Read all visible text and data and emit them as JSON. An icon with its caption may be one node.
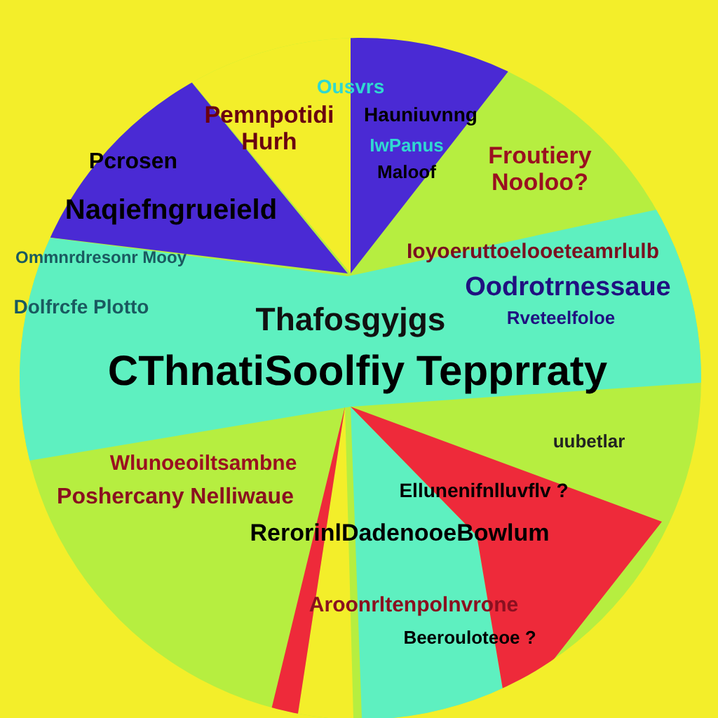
{
  "diagram": {
    "labels": [
      "Ousvrs",
      "Pemnpotidi Hurh",
      "Hauniuvnng",
      "Pcrosen",
      "IwPanus",
      "Maloof",
      "Froutiery Nooloo?",
      "Naqiefngrueield",
      "Ioyoeruttoelooeteamrlulb",
      "Ommnrdresonr Mooy",
      "Oodrotrnessaue",
      "Dolfrcfe Plotto",
      "Thafosgyjgs",
      "Rveteelfoloe",
      "CThnatiSoolfiy Tepprraty",
      "uubetlar",
      "Wlunoeoiltsambne",
      "Poshercany Nelliwaue",
      "Ellunenifnlluvflv ?",
      "RerorinlDadenooeBowlum",
      "Aroonrltenpolnvrone",
      "Beerouloteoe ?"
    ]
  }
}
